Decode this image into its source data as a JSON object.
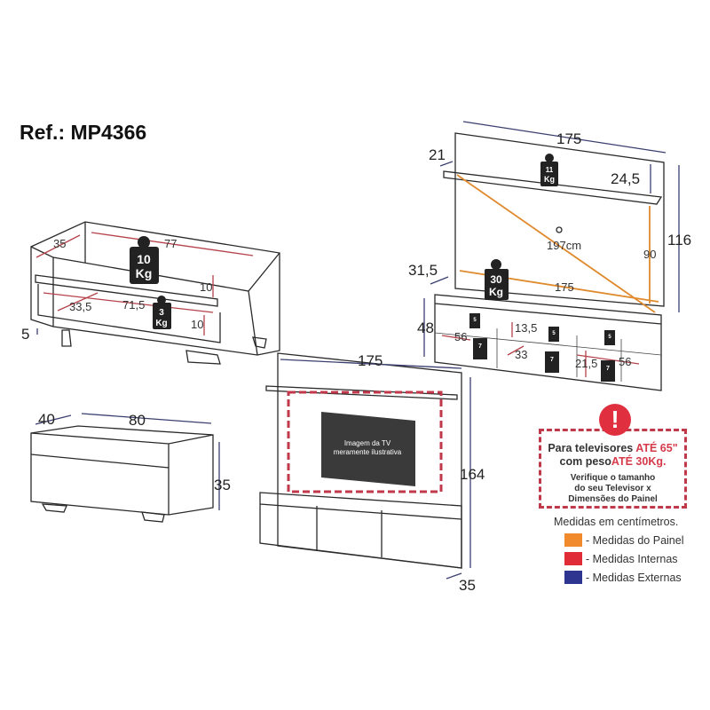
{
  "ref_title": "Ref.: MP4366",
  "rack_top": {
    "depth": "35",
    "width": "77",
    "shelf_h": "10",
    "drawer_depth": "33,5",
    "drawer_width": "71,5",
    "drawer_h": "10",
    "feet": "5",
    "shelf_weight": "10",
    "drawer_weight": "3",
    "unit": "Kg"
  },
  "rack_outer": {
    "depth": "40",
    "width": "80",
    "height": "35"
  },
  "panel": {
    "width": "175",
    "shelf_depth": "21",
    "shelf_gap": "24,5",
    "height": "116",
    "diagonal": "197cm",
    "inner_height": "90",
    "inner_width": "175",
    "base_depth": "31,5",
    "base_height": "48",
    "top_shelf_weight": "11",
    "base_weight": "30",
    "niche_width": "56",
    "niche_height": "13,5",
    "niche_depth": "33",
    "niche_h2": "21,5",
    "niche_width2": "56",
    "small_weight": "5",
    "niche_weight": "7",
    "unit": "Kg"
  },
  "panel_front": {
    "width": "175",
    "height": "164",
    "depth": "35",
    "tv_label_1": "Imagem da TV",
    "tv_label_2": "meramente ilustrativa"
  },
  "warning": {
    "icon": "exclamation-icon",
    "line1_a": "Para televisores ",
    "line1_b": "ATÉ 65\"",
    "line2_a": "com peso",
    "line2_b": "ATÉ 30Kg.",
    "note1": "Verifique o tamanho",
    "note2": "do seu Televisor x",
    "note3": "Dimensões do Painel",
    "mark": "!"
  },
  "legend": {
    "title": "Medidas em centímetros.",
    "items": [
      {
        "label": "- Medidas do Painel",
        "color": "#f08a2c"
      },
      {
        "label": "- Medidas Internas",
        "color": "#e02c36"
      },
      {
        "label": "- Medidas Externas",
        "color": "#2e3590"
      }
    ]
  }
}
